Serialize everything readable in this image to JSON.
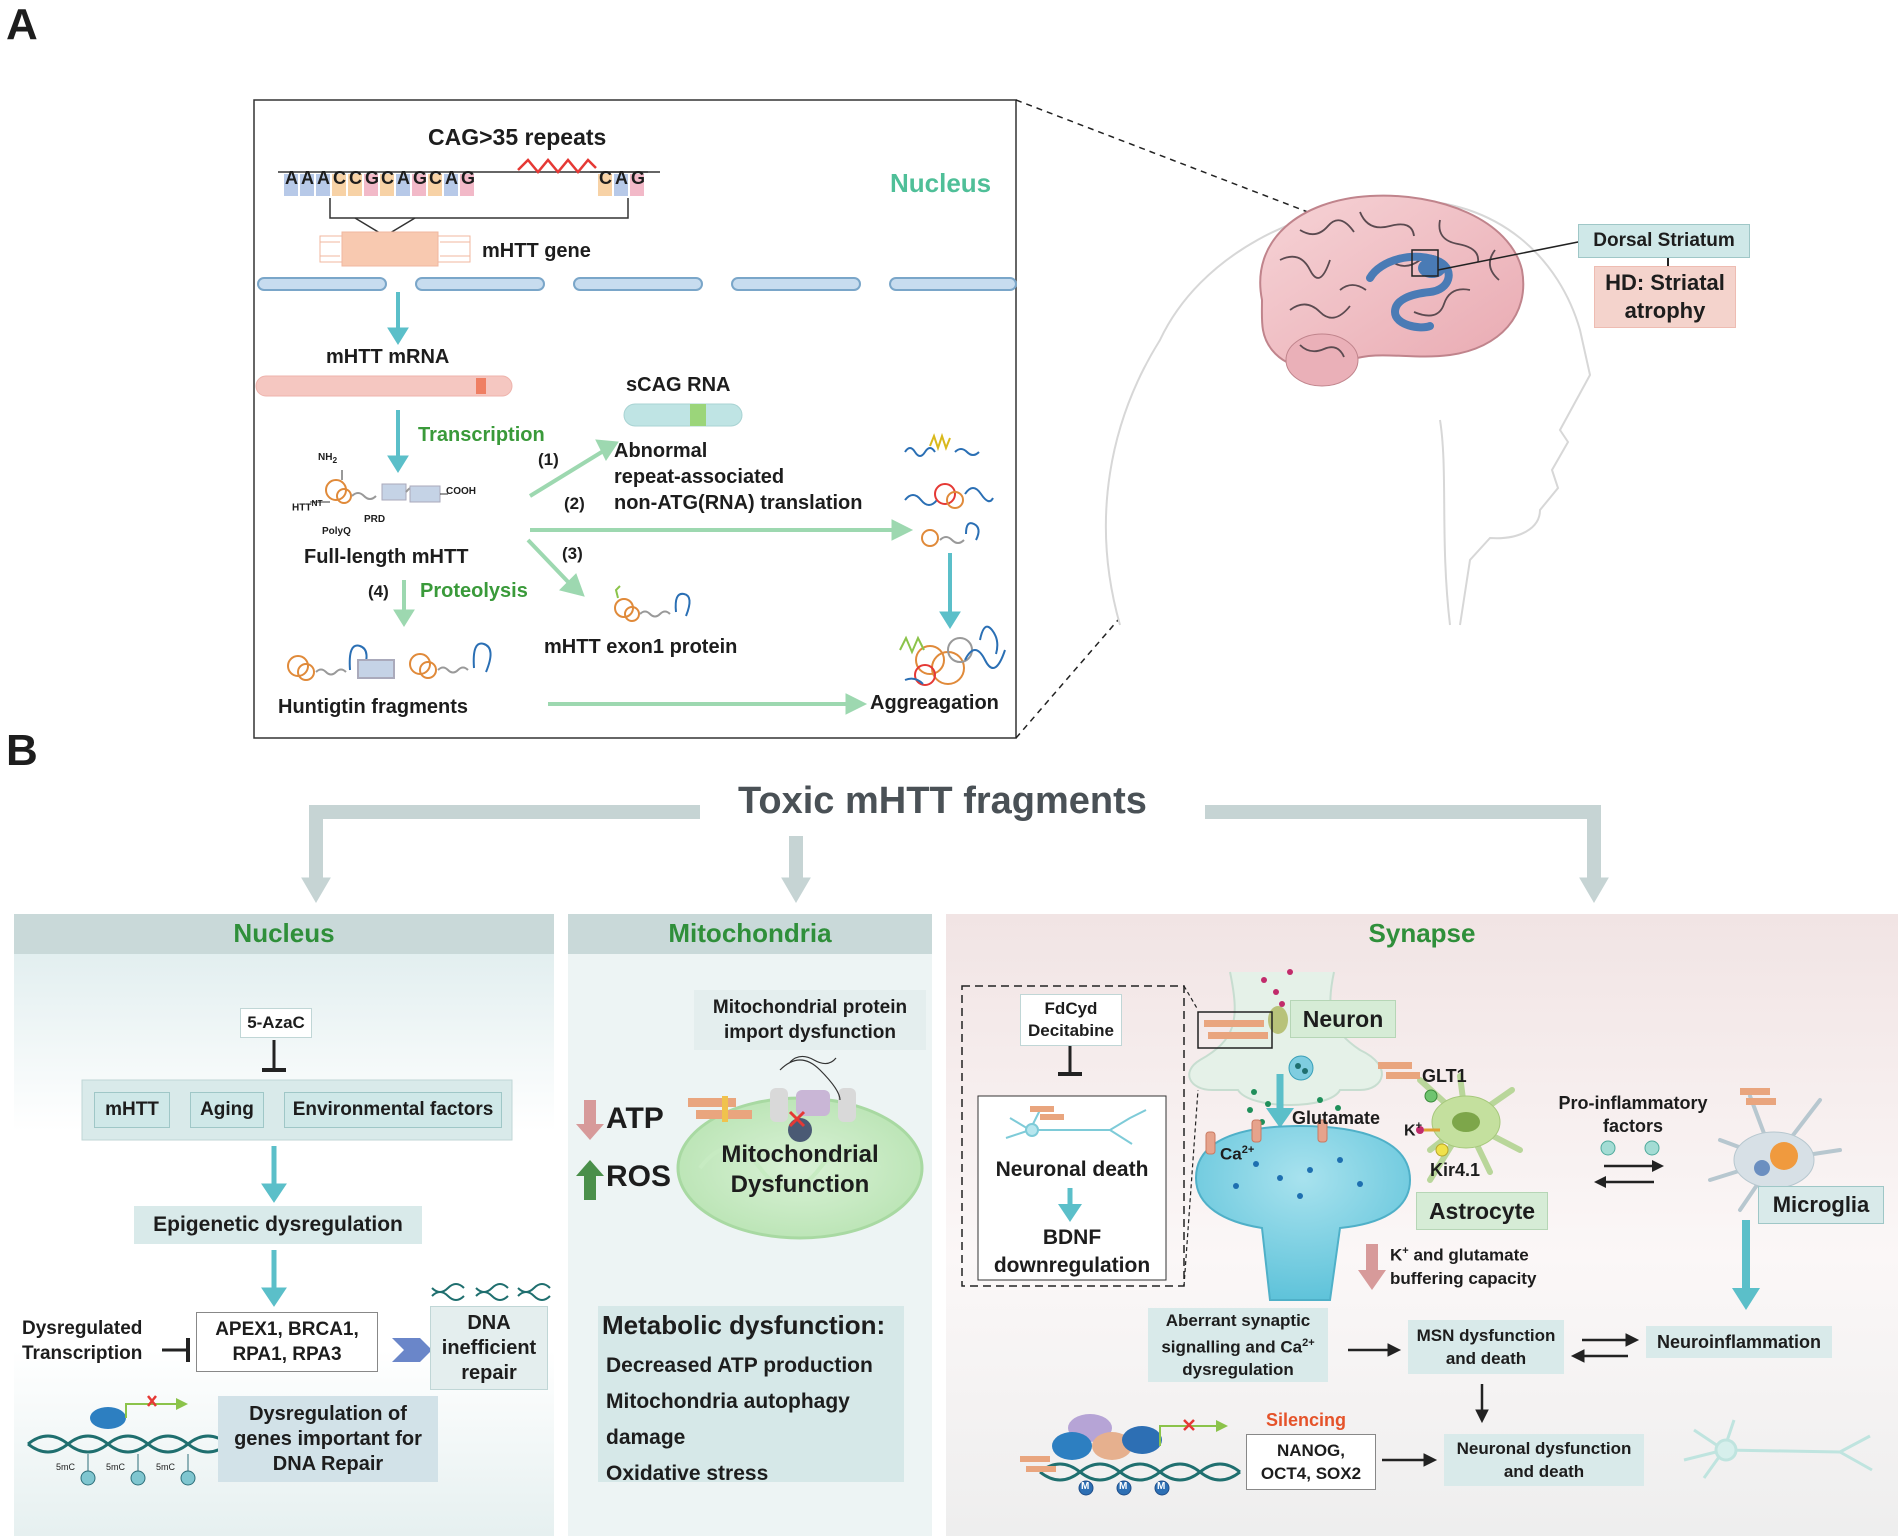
{
  "panel_labels": {
    "a": "A",
    "b": "B"
  },
  "panel_a": {
    "cag_title": "CAG>35 repeats",
    "sequence_left": [
      "A",
      "A",
      "A",
      "C",
      "C",
      "G",
      "C",
      "A",
      "G",
      "C",
      "A",
      "G"
    ],
    "sequence_right": [
      "C",
      "A",
      "G"
    ],
    "nucleus_label": "Nucleus",
    "gene_label": "mHTT gene",
    "mrna_label": "mHTT mRNA",
    "transcription": "Transcription",
    "nh2": "NH",
    "cooh": "COOH",
    "httnt": "HTT",
    "polyq": "PolyQ",
    "prd": "PRD",
    "full_length": "Full-length mHTT",
    "scag": "sCAG RNA",
    "step1": "(1)",
    "step2": "(2)",
    "step3": "(3)",
    "step4": "(4)",
    "ran_line1": "Abnormal",
    "ran_line2": "repeat-associated",
    "ran_line3": "non-ATG(RNA) translation",
    "proteolysis": "Proteolysis",
    "exon1": "mHTT exon1 protein",
    "fragments": "Huntigtin fragments",
    "aggregation": "Aggreagation",
    "dorsal_striatum": "Dorsal Striatum",
    "hd_atrophy_1": "HD: Striatal",
    "hd_atrophy_2": "atrophy"
  },
  "panel_b": {
    "title": "Toxic mHTT fragments",
    "nucleus": {
      "header": "Nucleus",
      "azac": "5-AzaC",
      "factors": [
        "mHTT",
        "Aging",
        "Environmental factors"
      ],
      "epigenetic": "Epigenetic dysregulation",
      "dysregulated_1": "Dysregulated",
      "dysregulated_2": "Transcription",
      "genes_1": "APEX1, BRCA1,",
      "genes_2": "RPA1, RPA3",
      "dna_1": "DNA",
      "dna_2": "inefficient",
      "dna_3": "repair",
      "dysreg_1": "Dysregulation of",
      "dysreg_2": "genes important for",
      "dysreg_3": "DNA Repair",
      "mark": "5mC"
    },
    "mito": {
      "header": "Mitochondria",
      "import_1": "Mitochondrial protein",
      "import_2": "import dysfunction",
      "atp": "ATP",
      "ros": "ROS",
      "dys_1": "Mitochondrial",
      "dys_2": "Dysfunction",
      "metabolic_title": "Metabolic dysfunction:",
      "metabolic_items": [
        "Decreased ATP production",
        "Mitochondria autophagy",
        "damage",
        "Oxidative stress"
      ]
    },
    "synapse": {
      "header": "Synapse",
      "drug_1": "FdCyd",
      "drug_2": "Decitabine",
      "neuronal_death": "Neuronal death",
      "bdnf_1": "BDNF",
      "bdnf_2": "downregulation",
      "neuron": "Neuron",
      "glutamate": "Glutamate",
      "ca": "Ca",
      "glt1": "GLT1",
      "k": "K",
      "kir": "Kir4.1",
      "astrocyte": "Astrocyte",
      "pro_1": "Pro-inflammatory",
      "pro_2": "factors",
      "microglia": "Microglia",
      "buffer_1": "and glutamate",
      "buffer_2": "buffering capacity",
      "aberrant_1": "Aberrant synaptic",
      "aberrant_2": "signalling and Ca",
      "aberrant_3": "dysregulation",
      "msn_1": "MSN dysfunction",
      "msn_2": "and death",
      "neuroinflammation": "Neuroinflammation",
      "silencing": "Silencing",
      "pluri_1": "NANOG,",
      "pluri_2": "OCT4, SOX2",
      "ndys_1": "Neuronal dysfunction",
      "ndys_2": "and death",
      "m": "M"
    }
  },
  "colors": {
    "teal_arrow": "#5bbfc9",
    "green_arrow": "#9dd8b0",
    "header_bar": "#c9d9d9",
    "synapse_bg": "#f2e6e6",
    "label_box": "#cfe8e8",
    "pink_box": "#f4d3cc",
    "grey_arrow": "#c6d4d4",
    "title_green": "#2f8f3a"
  }
}
